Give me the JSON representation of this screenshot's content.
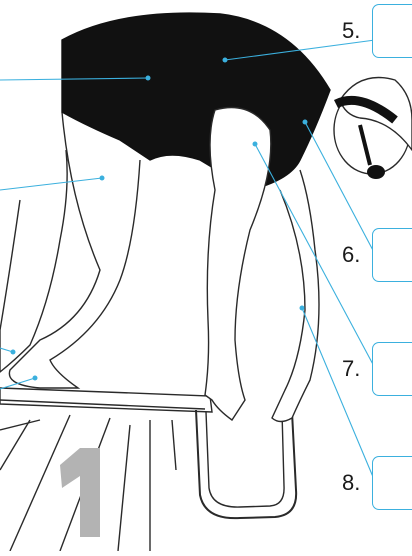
{
  "figure": {
    "subject": "swimmer-on-starting-block",
    "lane_number": "1"
  },
  "answer_boxes": [
    {
      "number": "5.",
      "answer": ""
    },
    {
      "number": "6.",
      "answer": ""
    },
    {
      "number": "7.",
      "answer": ""
    },
    {
      "number": "8.",
      "answer": ""
    }
  ],
  "colors": {
    "leader_line": "#3bb0de",
    "box_border": "#3bb0de",
    "outline": "#2a2a2a",
    "swimsuit": "#111111",
    "lane_number": "#b3b3b3"
  }
}
